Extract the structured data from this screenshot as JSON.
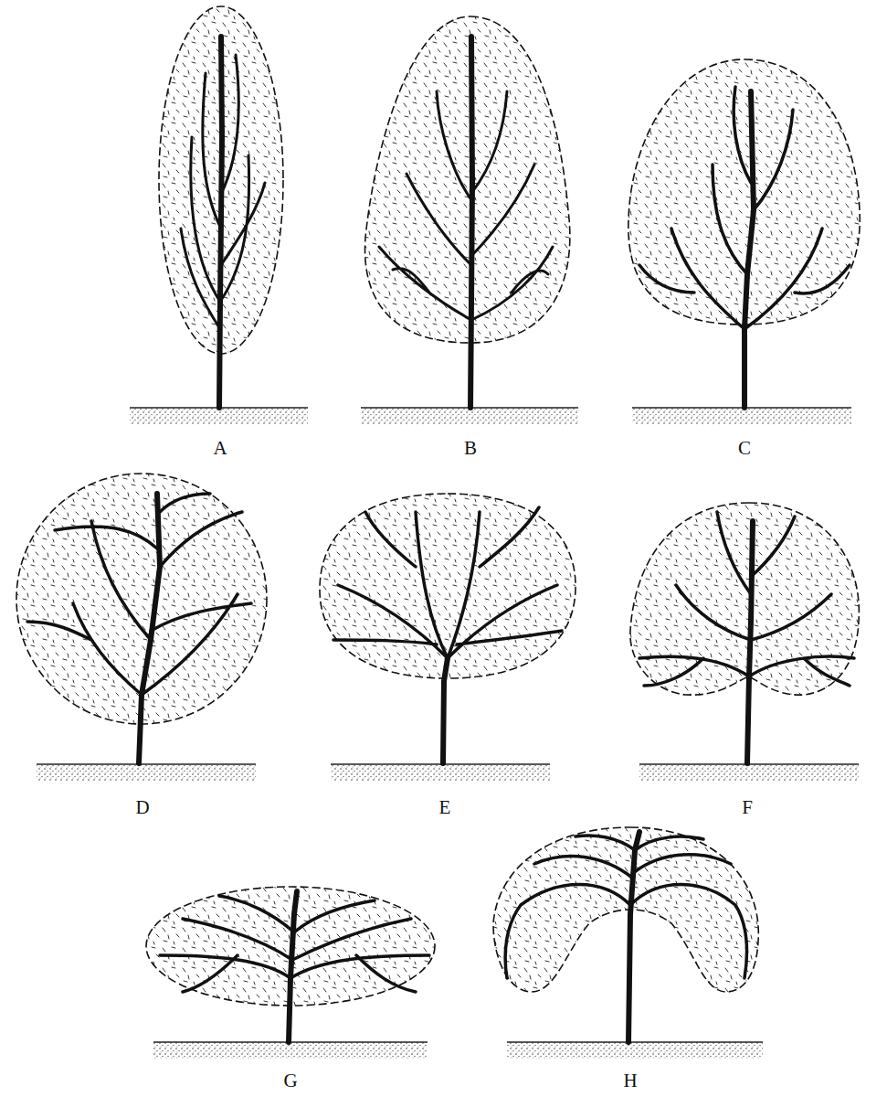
{
  "diagram": {
    "labels": [
      "A",
      "B",
      "C",
      "D",
      "E",
      "F",
      "G",
      "H"
    ]
  }
}
